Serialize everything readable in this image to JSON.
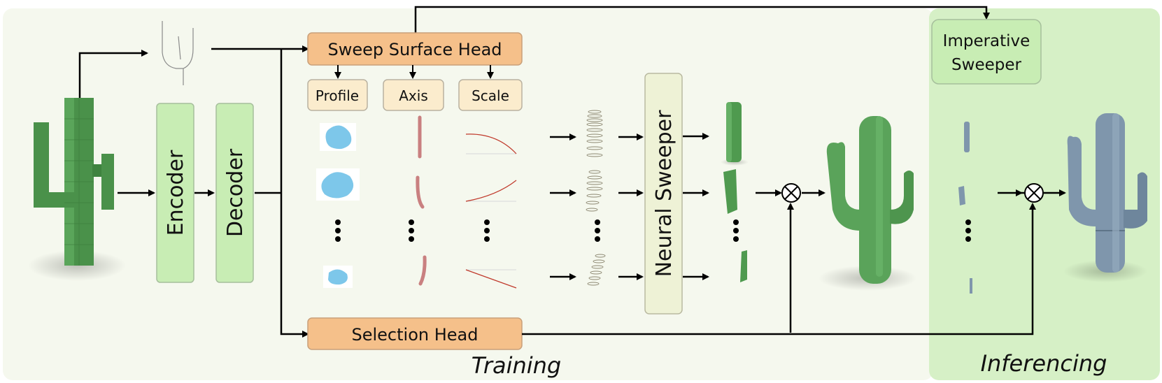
{
  "regions": {
    "training_label": "Training",
    "inferencing_label": "Inferencing"
  },
  "blocks": {
    "encoder": "Encoder",
    "decoder": "Decoder",
    "sweep_surface_head": "Sweep Surface Head",
    "profile": "Profile",
    "axis": "Axis",
    "scale": "Scale",
    "neural_sweeper": "Neural Sweeper",
    "selection_head": "Selection Head",
    "imperative_sweeper_line1": "Imperative",
    "imperative_sweeper_line2": "Sweeper"
  },
  "symbols": {
    "ellipsis": "⋮",
    "union": "⊗"
  },
  "colors": {
    "training_bg": "#f5f8ee",
    "inference_bg": "#d6f0c6",
    "green_block": "#c8edb4",
    "orange_block": "#f5c08a",
    "beige_block": "#fbeccd",
    "sweeper_block": "#eef2d6",
    "cactus_green": "#4f9a4f",
    "cactus_blue": "#7f96ac",
    "profile_blue": "#7dc7ea",
    "axis_pink": "#c98080",
    "scale_red": "#c0392b"
  }
}
